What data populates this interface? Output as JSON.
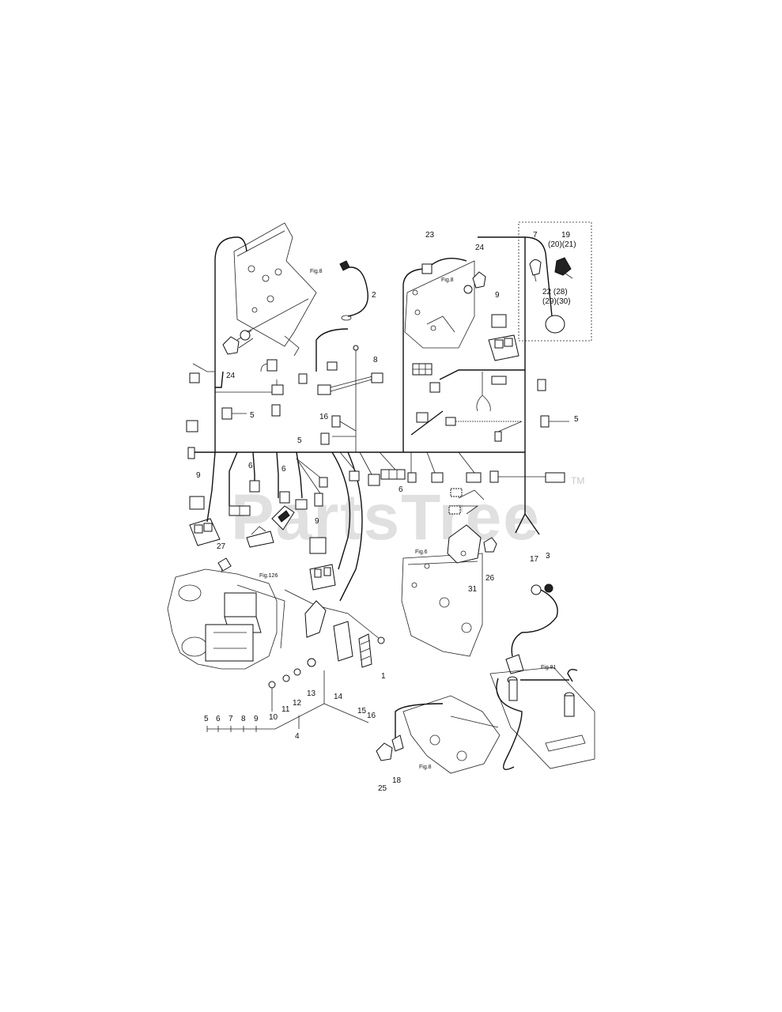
{
  "watermark": {
    "text": "PartsTree",
    "trademark": "TM"
  },
  "figure_refs": {
    "fig8_top_left": "Fig.8",
    "fig8_top_right": "Fig.8",
    "fig126": "Fig.126",
    "fig6": "Fig.6",
    "fig81": "Fig.81",
    "fig8_bottom": "Fig.8"
  },
  "callouts": {
    "c1": "1",
    "c2": "2",
    "c3": "3",
    "c4": "4",
    "c5a": "5",
    "c5b": "5",
    "c5c": "5",
    "c6a": "6",
    "c6b": "6",
    "c6c": "6",
    "c7": "7",
    "c8": "8",
    "c9a": "9",
    "c9b": "9",
    "c9c": "9",
    "c10": "10",
    "c11": "11",
    "c12": "12",
    "c13": "13",
    "c14": "14",
    "c15": "15",
    "c16a": "16",
    "c16b": "16",
    "c17": "17",
    "c18": "18",
    "c19": "19",
    "c19_sub": "(20)(21)",
    "c22": "22 (28)",
    "c22_sub": "(29)(30)",
    "c23": "23",
    "c24a": "24",
    "c24b": "24",
    "c25": "25",
    "c26": "26",
    "c27": "27",
    "c31": "31"
  },
  "bottom_row": {
    "l5": "5",
    "l6": "6",
    "l7": "7",
    "l8": "8",
    "l9": "9"
  },
  "colors": {
    "line": "#111111",
    "watermark": "#c8c8c8",
    "background": "#ffffff"
  }
}
